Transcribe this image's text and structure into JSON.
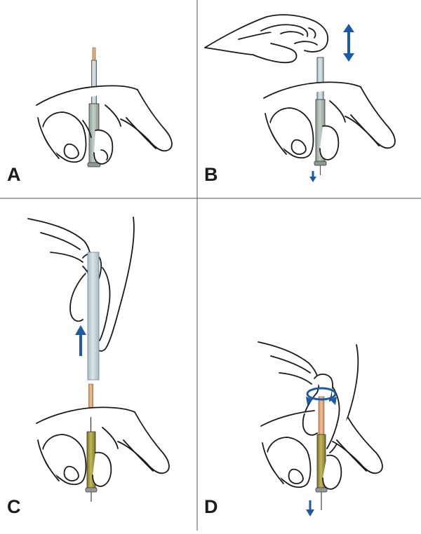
{
  "panels": [
    {
      "id": "A",
      "label": "A"
    },
    {
      "id": "B",
      "label": "B"
    },
    {
      "id": "C",
      "label": "C"
    },
    {
      "id": "D",
      "label": "D"
    }
  ],
  "colors": {
    "outline": "#1a1a1a",
    "arrow": "#1a5aa6",
    "tube_grey": "#a9b6ad",
    "tube_light": "#c5d3d8",
    "needle_copper": "#d9a273",
    "needle_gold": "#a49a3c",
    "divider": "#555555"
  },
  "icons": [
    "hand-icon",
    "acupuncture-guide-tube-icon",
    "needle-icon",
    "up-down-arrow-icon",
    "down-arrow-icon",
    "up-arrow-icon",
    "rotate-arrow-icon"
  ]
}
